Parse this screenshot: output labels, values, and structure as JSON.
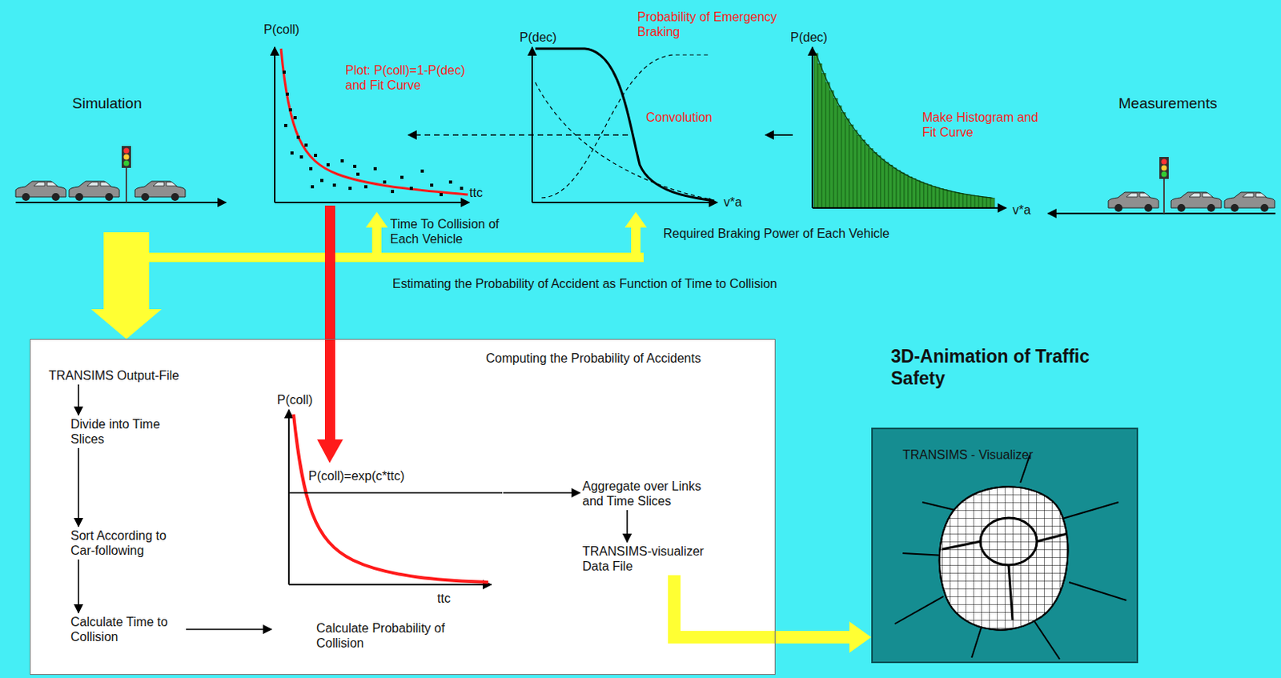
{
  "diagram": {
    "nodes": [
      {
        "text": [
          "Computing the Probability of Accidents"
        ]
      },
      {
        "text": [
          "TRANSIMS Output-File"
        ],
        "in": 0
      },
      {
        "text": [
          "Divide into Time Slices"
        ],
        "in": 0
      },
      {
        "text": [
          "Sort According to Car-following"
        ],
        "in": 0
      },
      {
        "text": [
          "Calculate Time to Collision"
        ],
        "in": 0
      },
      {
        "text": [
          "P(coll)",
          "P(coll)=exp(c*ttc)",
          "ttc",
          "Calculate Probability of Collision"
        ],
        "in": 0
      },
      {
        "text": [
          "Aggregate over Links and Time Slices"
        ],
        "in": 0
      },
      {
        "text": [
          "TRANSIMS-visualizer Data File"
        ],
        "in": 0
      },
      {
        "text": [
          "TRANSIMS - Visualizer"
        ]
      }
    ],
    "edges": [
      {
        "from": 1,
        "to": 2,
        "arrow": "to"
      },
      {
        "from": 2,
        "to": 3,
        "arrow": "to"
      },
      {
        "from": 3,
        "to": 4,
        "arrow": "to"
      },
      {
        "from": 4,
        "to": 5,
        "arrow": "to"
      },
      {
        "from": 5,
        "to": 6,
        "arrow": "to"
      },
      {
        "from": 6,
        "to": 7,
        "arrow": "to"
      },
      {
        "from": 7,
        "to": 8,
        "arrow": "to"
      }
    ],
    "labels": [
      "Simulation",
      "P(coll)",
      "ttc",
      "Plot: P(coll)=1-P(dec) and Fit Curve",
      "Time To Collision of Each Vehicle",
      "P(dec)",
      "Probability of Emergency Braking",
      "Convolution",
      "v*a",
      "Required Braking Power of Each Vehicle",
      "P(dec)",
      "Make Histogram and Fit Curve",
      "v*a",
      "Measurements",
      "Estimating the Probability of Accident as Function of Time to Collision",
      "3D-Animation of Traffic Safety"
    ]
  }
}
